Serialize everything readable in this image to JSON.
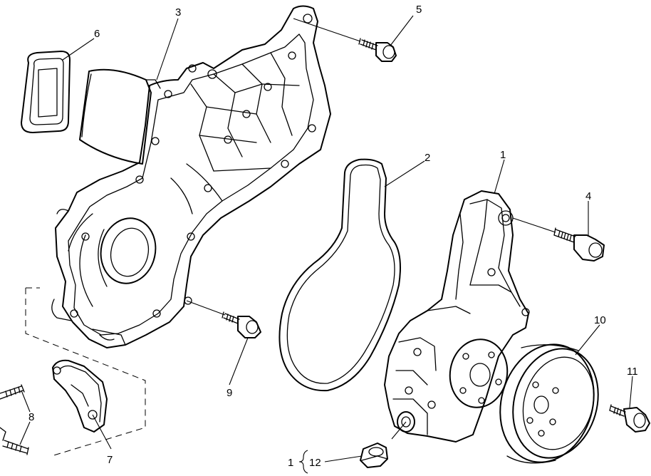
{
  "callouts": {
    "c1_pump": "1",
    "c2_gasket": "2",
    "c3_housing": "3",
    "c4_bolt": "4",
    "c5_bolt": "5",
    "c6_seal": "6",
    "c7_bracket": "7",
    "c8_bolts": "8",
    "c9_bolt": "9",
    "c10_pulley": "10",
    "c11_bolt": "11",
    "c12_plug": "12",
    "c1_group": "1"
  }
}
